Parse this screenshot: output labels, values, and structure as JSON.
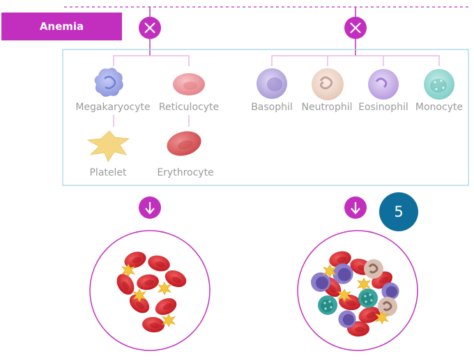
{
  "tag": {
    "label": "Anemia"
  },
  "cells": {
    "megakaryocyte": "Megakaryocyte",
    "reticulocyte": "Reticulocyte",
    "platelet": "Platelet",
    "erythrocyte": "Erythrocyte",
    "basophil": "Basophil",
    "neutrophil": "Neutrophil",
    "eosinophil": "Eosinophil",
    "monocyte": "Monocyte"
  },
  "badge": {
    "number": "5"
  },
  "colors": {
    "accent": "#c22fbe",
    "badge": "#0f6e9c",
    "box_border": "#a9d4e6",
    "connector": "#e8b8e6",
    "label": "#9a9a9a",
    "red_cell": "#d51e2a",
    "platelet": "#f3c53c",
    "lymph": "#7a6ab8",
    "teal": "#3aa49e",
    "tan": "#c8a89a"
  },
  "icons": {
    "blocked": "x-circle-icon",
    "down": "down-arrow-circle-icon"
  }
}
